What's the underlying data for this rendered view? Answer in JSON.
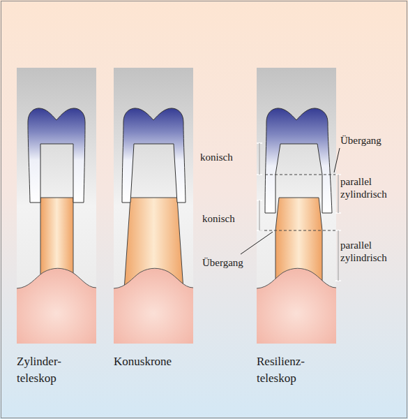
{
  "diagram": {
    "labels": [
      "Übergang",
      "konisch",
      "parallel zylindrisch",
      "konisch",
      "Übergang",
      "parallel zylindrisch",
      "Zylinder- teleskop",
      "Konuskrone",
      "Resilienz- teleskop"
    ]
  }
}
